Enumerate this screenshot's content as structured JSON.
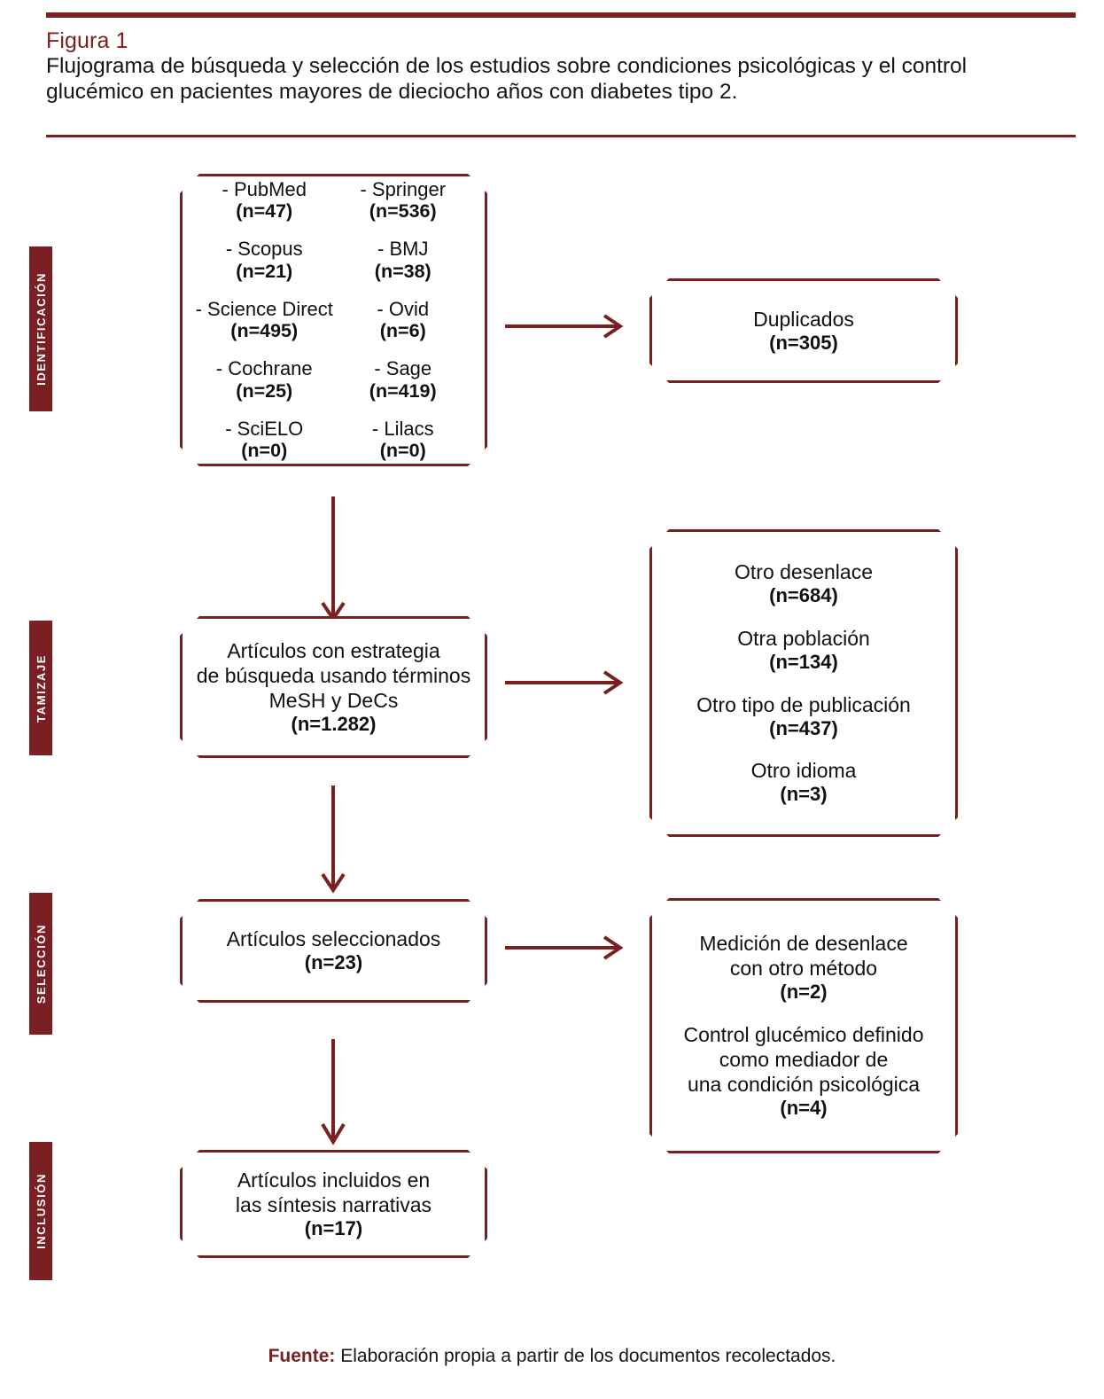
{
  "header": {
    "figure_label": "Figura 1",
    "caption": "Flujograma de búsqueda y selección de los estudios sobre condiciones psicológicas y el control glucémico en pacientes mayores de dieciocho años con diabetes tipo 2."
  },
  "stages": [
    {
      "label": "IDENTIFICACIÓN"
    },
    {
      "label": "TAMIZAJE"
    },
    {
      "label": "SELECCIÓN"
    },
    {
      "label": "INCLUSIÓN"
    }
  ],
  "sources": {
    "left": [
      {
        "name": "- PubMed",
        "count": "(n=47)"
      },
      {
        "name": "- Scopus",
        "count": "(n=21)"
      },
      {
        "name": "- Science Direct",
        "count": "(n=495)"
      },
      {
        "name": "- Cochrane",
        "count": "(n=25)"
      },
      {
        "name": "- SciELO",
        "count": "(n=0)"
      }
    ],
    "right": [
      {
        "name": "- Springer",
        "count": "(n=536)"
      },
      {
        "name": "- BMJ",
        "count": "(n=38)"
      },
      {
        "name": "- Ovid",
        "count": "(n=6)"
      },
      {
        "name": "- Sage",
        "count": "(n=419)"
      },
      {
        "name": "- Lilacs",
        "count": "(n=0)"
      }
    ]
  },
  "duplicates": {
    "label": "Duplicados",
    "count": "(n=305)"
  },
  "screening": {
    "line1": "Artículos con estrategia",
    "line2": "de búsqueda usando términos",
    "line3": "MeSH y DeCs",
    "count": "(n=1.282)"
  },
  "screening_excluded": [
    {
      "label": "Otro desenlace",
      "count": "(n=684)"
    },
    {
      "label": "Otra población",
      "count": "(n=134)"
    },
    {
      "label": "Otro tipo de publicación",
      "count": "(n=437)"
    },
    {
      "label": "Otro idioma",
      "count": "(n=3)"
    }
  ],
  "selected": {
    "label": "Artículos seleccionados",
    "count": "(n=23)"
  },
  "selection_excluded": [
    {
      "line1": "Medición de desenlace",
      "line2": "con otro método",
      "line3": "",
      "count": "(n=2)"
    },
    {
      "line1": "Control glucémico definido",
      "line2": "como mediador de",
      "line3": "una condición psicológica",
      "count": "(n=4)"
    }
  ],
  "included": {
    "line1": "Artículos incluidos en",
    "line2": "las síntesis narrativas",
    "count": "(n=17)"
  },
  "footer": {
    "source_bold": "Fuente:",
    "source_text": " Elaboración propia a partir de los documentos recolectados."
  },
  "colors": {
    "accent": "#7b2022",
    "text": "#111111",
    "background": "#ffffff"
  }
}
